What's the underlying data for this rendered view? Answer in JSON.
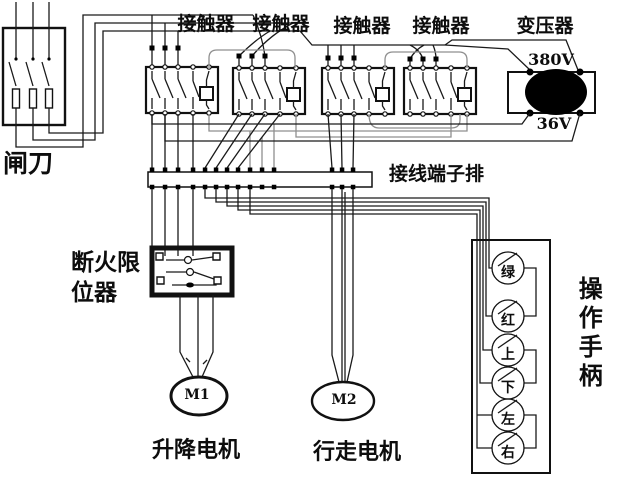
{
  "labels": {
    "knife_switch": "闸刀",
    "contactors": [
      "接触器",
      "接触器",
      "接触器",
      "接触器"
    ],
    "transformer": "变压器",
    "voltage_primary": "380V",
    "voltage_secondary": "36V",
    "terminal_strip": "接线端子排",
    "limit_switch": [
      "断火限",
      "位器"
    ],
    "motor1": "M1",
    "motor2": "M2",
    "motor1_caption": "升降电机",
    "motor2_caption": "行走电机",
    "operating_handle": "操作手柄",
    "handle_buttons": [
      "绿",
      "红",
      "上",
      "下",
      "左",
      "右"
    ]
  },
  "colors": {
    "wire": "#1a1a1a",
    "wire_gray": "#8f8f8f",
    "transformer_core": "#000000",
    "background": "#ffffff"
  }
}
